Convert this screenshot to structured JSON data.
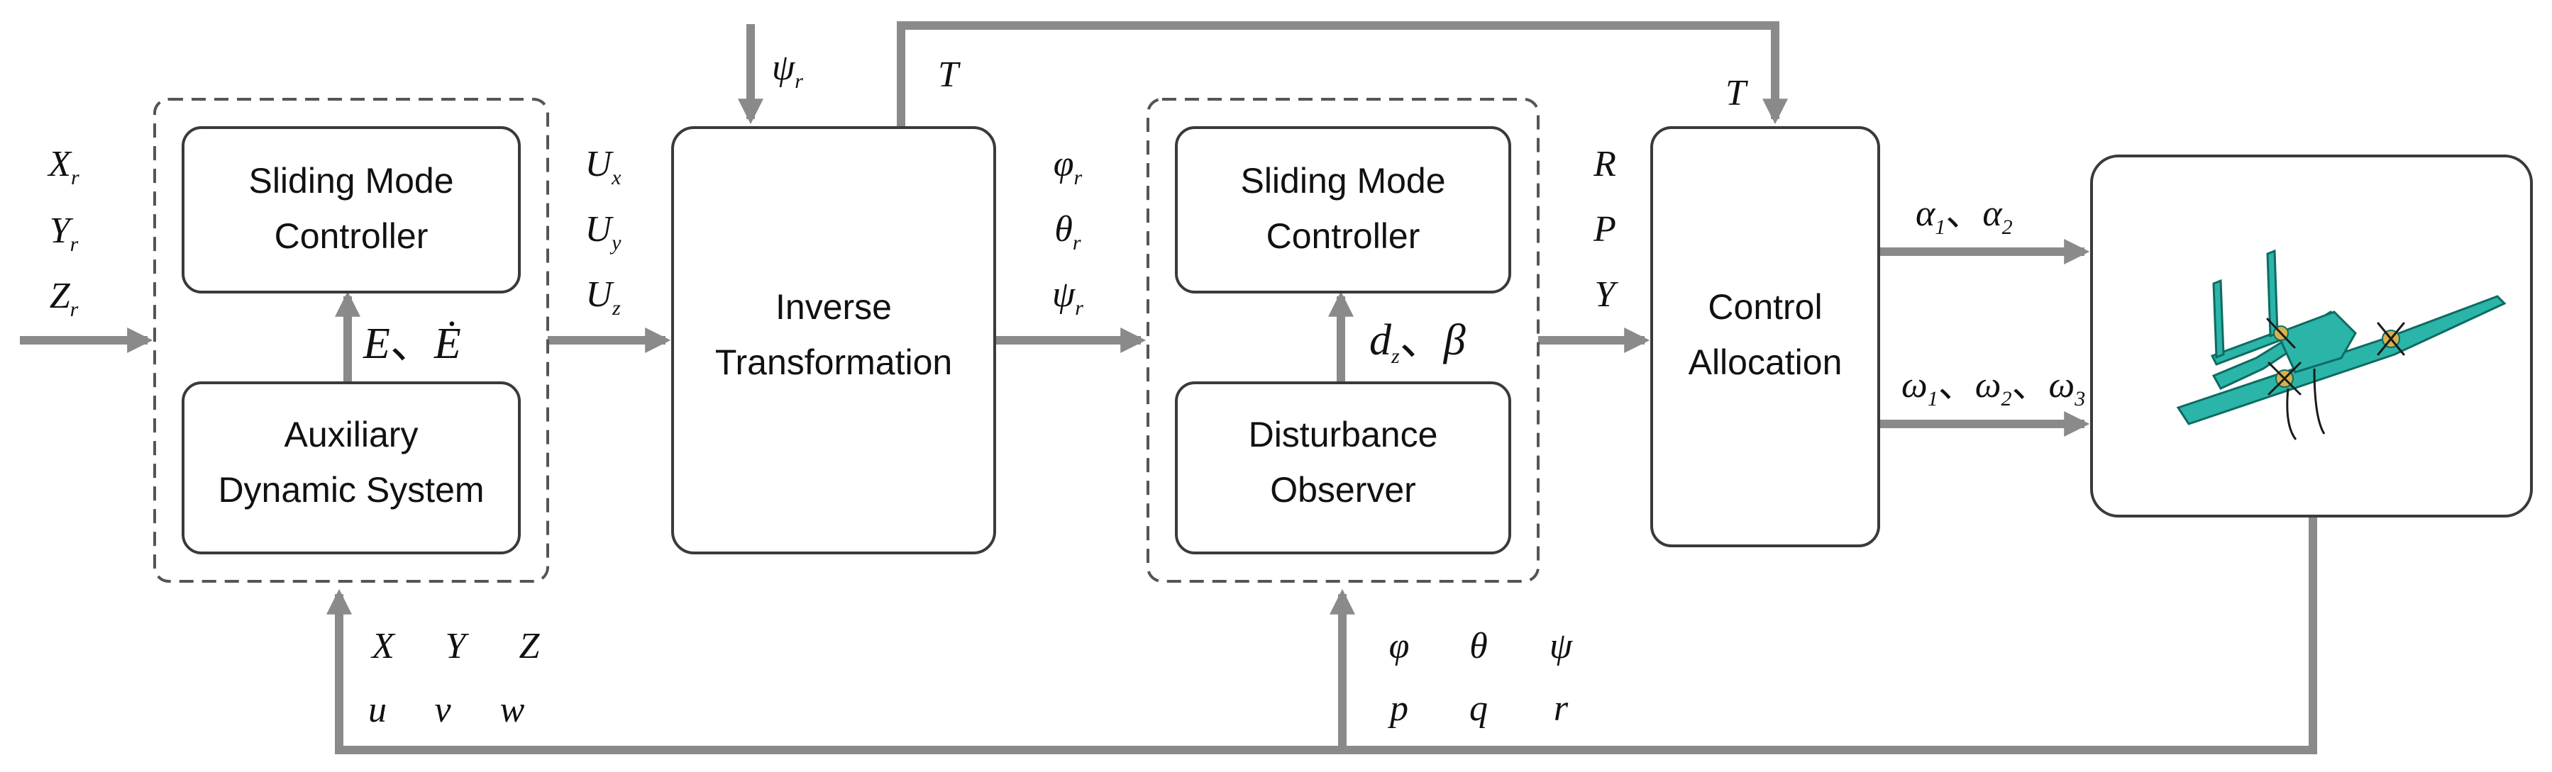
{
  "blocks": {
    "smc1": [
      "Sliding Mode",
      "Controller"
    ],
    "ads": [
      "Auxiliary",
      "Dynamic System"
    ],
    "inverse": [
      "Inverse",
      "Transformation"
    ],
    "smc2": [
      "Sliding Mode",
      "Controller"
    ],
    "dob": [
      "Disturbance",
      "Observer"
    ],
    "alloc": [
      "Control",
      "Allocation"
    ]
  },
  "labels": {
    "ref_inputs": [
      "X_r",
      "Y_r",
      "Z_r"
    ],
    "virtual_controls": [
      "U_x",
      "U_y",
      "U_z"
    ],
    "error_signal": "E、Ė",
    "psi_ref_input": "ψ_r",
    "thrust_top": "T",
    "thrust_alloc": "T",
    "attitude_refs": [
      "φ_r",
      "θ_r",
      "ψ_r"
    ],
    "disturbance_signal": "d_z、β",
    "moments": [
      "R",
      "P",
      "Y"
    ],
    "tilt_angles": "α_1、α_2",
    "rotor_speeds": "ω_1、ω_2、ω_3",
    "position_feedback": [
      "X",
      "Y",
      "Z"
    ],
    "velocity_feedback": [
      "u",
      "v",
      "w"
    ],
    "attitude_feedback": [
      "φ",
      "θ",
      "ψ"
    ],
    "rate_feedback": [
      "p",
      "q",
      "r"
    ]
  },
  "colors": {
    "arrow": "#8a8a8a",
    "aircraft_body": "#2ab5a8",
    "aircraft_edge": "#0e6b63",
    "aircraft_accent": "#d6b24c"
  }
}
